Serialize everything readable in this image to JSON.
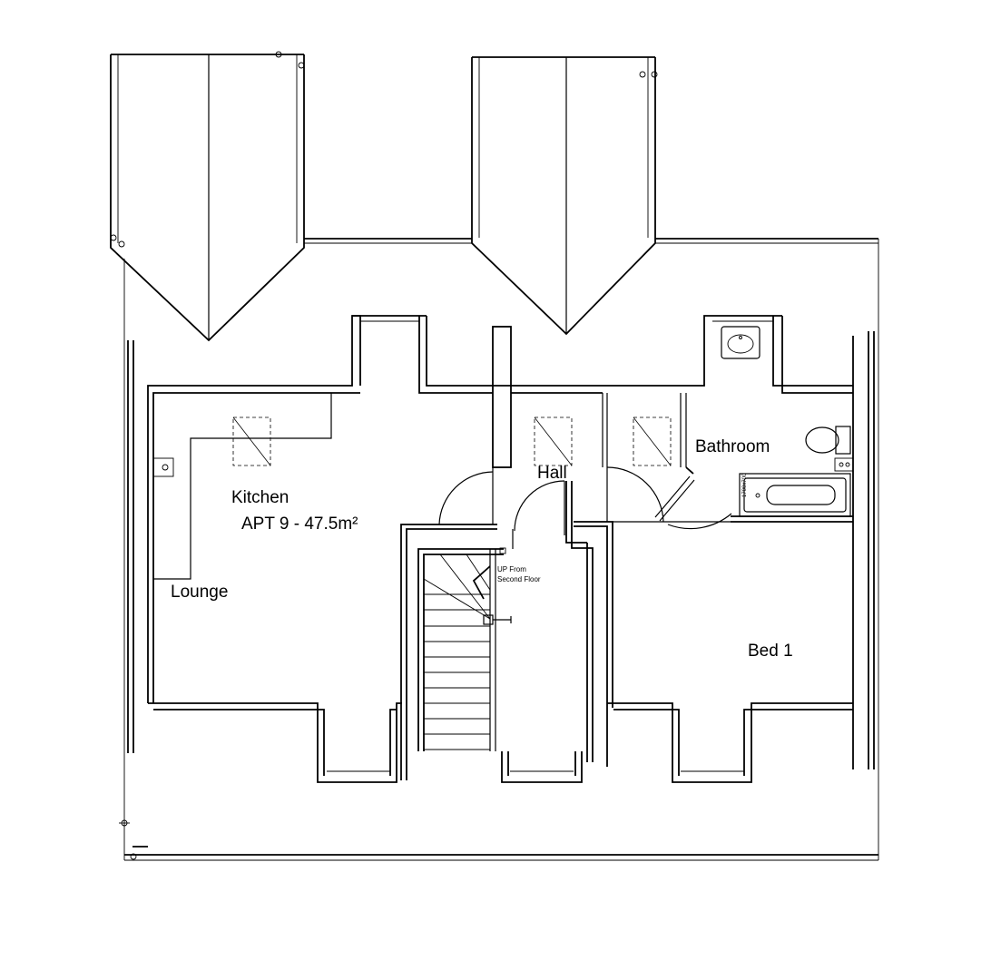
{
  "labels": {
    "kitchen": "Kitchen",
    "apartment": "APT 9 - 47.5m²",
    "lounge": "Lounge",
    "hall": "Hall",
    "bathroom": "Bathroom",
    "bed1": "Bed 1",
    "stair_note_line1": "UP From",
    "stair_note_line2": "Second Floor",
    "bath_size": "1700x700"
  },
  "colors": {
    "line": "#000000",
    "background": "#ffffff"
  }
}
